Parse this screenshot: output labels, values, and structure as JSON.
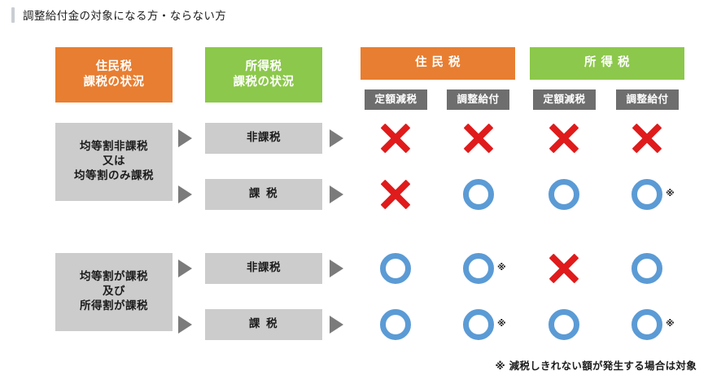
{
  "title": "調整給付金の対象になる方・ならない方",
  "colors": {
    "orange": "#e87e31",
    "green": "#8cc84b",
    "grey_box": "#cccccc",
    "grey_header": "#6e6e6e",
    "circle_blue": "#5b9bd5",
    "cross_red": "#e01b1b",
    "title_accent": "#c9ced3"
  },
  "headers": {
    "col1": "住民税\n課税の状況",
    "col2": "所得税\n課税の状況",
    "group_resident": "住 民 税",
    "group_income": "所 得 税",
    "sub": {
      "resident_teigaku": "定額減税",
      "resident_chosei": "調整給付",
      "income_teigaku": "定額減税",
      "income_chosei": "調整給付"
    }
  },
  "groups": [
    {
      "label": "均等割非課税\n又は\n均等割のみ課税",
      "rows": [
        {
          "condition": "非課税",
          "marks": [
            {
              "type": "cross",
              "note": ""
            },
            {
              "type": "cross",
              "note": ""
            },
            {
              "type": "cross",
              "note": ""
            },
            {
              "type": "cross",
              "note": ""
            }
          ]
        },
        {
          "condition": "課 税",
          "marks": [
            {
              "type": "cross",
              "note": ""
            },
            {
              "type": "circle",
              "note": ""
            },
            {
              "type": "circle",
              "note": ""
            },
            {
              "type": "circle",
              "note": "※"
            }
          ]
        }
      ]
    },
    {
      "label": "均等割が課税\n及び\n所得割が課税",
      "rows": [
        {
          "condition": "非課税",
          "marks": [
            {
              "type": "circle",
              "note": ""
            },
            {
              "type": "circle",
              "note": "※"
            },
            {
              "type": "cross",
              "note": ""
            },
            {
              "type": "circle",
              "note": ""
            }
          ]
        },
        {
          "condition": "課 税",
          "marks": [
            {
              "type": "circle",
              "note": ""
            },
            {
              "type": "circle",
              "note": "※"
            },
            {
              "type": "circle",
              "note": ""
            },
            {
              "type": "circle",
              "note": "※"
            }
          ]
        }
      ]
    }
  ],
  "footnote": "※ 減税しきれない額が発生する場合は対象"
}
